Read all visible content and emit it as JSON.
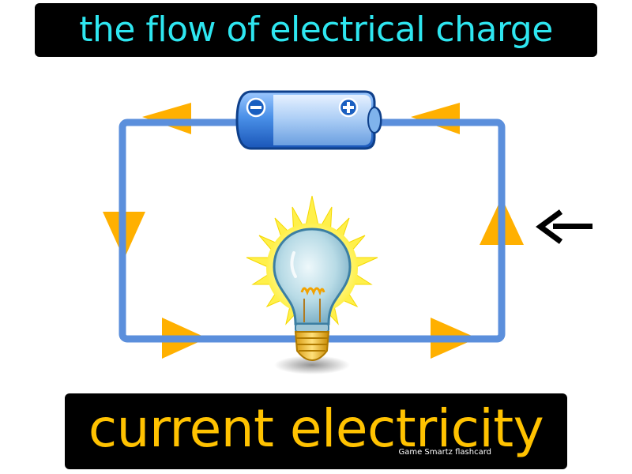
{
  "definition": "the flow of electrical charge",
  "term": "current electricity",
  "brand": "Game Smartz flashcard",
  "colors": {
    "banner_bg": "#000000",
    "definition_text": "#2ee6f0",
    "term_text": "#ffc200",
    "wire": "#5b8fdc",
    "arrow": "#ffb000",
    "pointer_arrow": "#000000",
    "battery_body": "#3a7fd8",
    "battery_dark": "#1a5fc0",
    "bulb_glow": "#fff04a"
  },
  "icons": [
    "battery-icon",
    "lightbulb-icon",
    "left-arrow-icon"
  ]
}
